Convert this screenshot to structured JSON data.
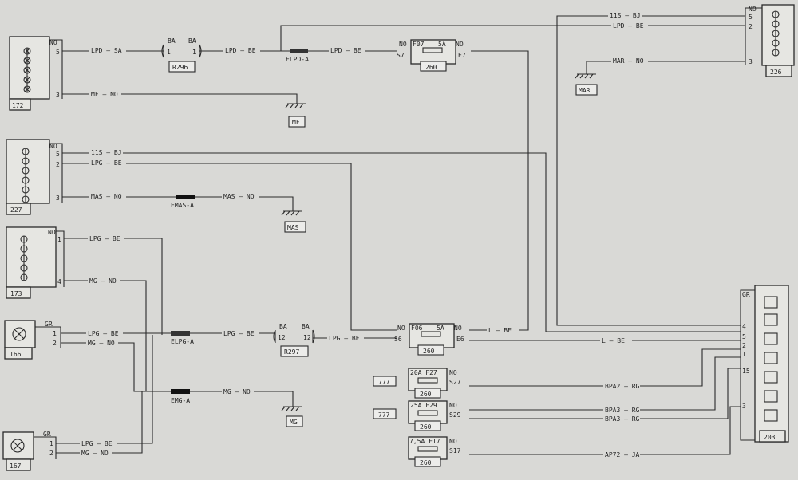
{
  "connectors": {
    "c172": {
      "id": "172",
      "top": "NO",
      "p5": "5",
      "p3": "3"
    },
    "c227": {
      "id": "227",
      "top": "NO",
      "p5": "5",
      "p2": "2",
      "p3": "3"
    },
    "c173": {
      "id": "173",
      "top": "NO",
      "p1": "1",
      "p4": "4"
    },
    "c166": {
      "id": "166",
      "top": "GR",
      "p1": "1",
      "p2": "2"
    },
    "c167": {
      "id": "167",
      "top": "GR",
      "p1": "1",
      "p2": "2"
    },
    "c226": {
      "id": "226",
      "top": "NO",
      "p5": "5",
      "p2": "2",
      "p3": "3"
    },
    "c203": {
      "id": "203",
      "top": "GR",
      "pins": [
        "4",
        "5",
        "2",
        "1",
        "15",
        "3"
      ]
    }
  },
  "wires": {
    "lpd_sa": "LPD — SA",
    "lpd_be": "LPD — BE",
    "mf_no": "MF — NO",
    "s11_bj": "11S — BJ",
    "lpg_be": "LPG — BE",
    "mas_no": "MAS — NO",
    "mg_no": "MG — NO",
    "mar_no": "MAR — NO",
    "l_be": "L — BE",
    "bpa2_rg": "BPA2 — RG",
    "bpa3_rg": "BPA3 — RG",
    "ap72_ja": "AP72 — JA"
  },
  "grounds": {
    "mf": "MF",
    "mas": "MAS",
    "mg": "MG",
    "mar": "MAR"
  },
  "splices": {
    "elpd": "ELPD-A",
    "emas": "EMAS-A",
    "elpg": "ELPG-A",
    "emg": "EMG-A"
  },
  "relays": {
    "r296": {
      "id": "R296",
      "a1": "BA",
      "a2": "BA",
      "p1": "1",
      "p2": "1"
    },
    "r297": {
      "id": "R297",
      "a1": "BA",
      "a2": "BA",
      "p1": "12",
      "p2": "12"
    }
  },
  "fuses": {
    "f07": {
      "name": "F07",
      "amp": "5A",
      "no_l": "NO",
      "no_r": "NO",
      "in": "S7",
      "out": "E7",
      "box": "260"
    },
    "f06": {
      "name": "F06",
      "amp": "5A",
      "no_l": "NO",
      "no_r": "NO",
      "in": "S6",
      "out": "E6",
      "box": "260"
    },
    "f27": {
      "name": "20A F27",
      "no": "NO",
      "pin": "S27",
      "box": "260"
    },
    "f29": {
      "name": "25A F29",
      "no": "NO",
      "pin": "S29",
      "box": "260"
    },
    "f17": {
      "name": "7,5A F17",
      "no": "NO",
      "pin": "S17",
      "box": "260"
    }
  },
  "refs": {
    "r1": "777",
    "r2": "777"
  }
}
